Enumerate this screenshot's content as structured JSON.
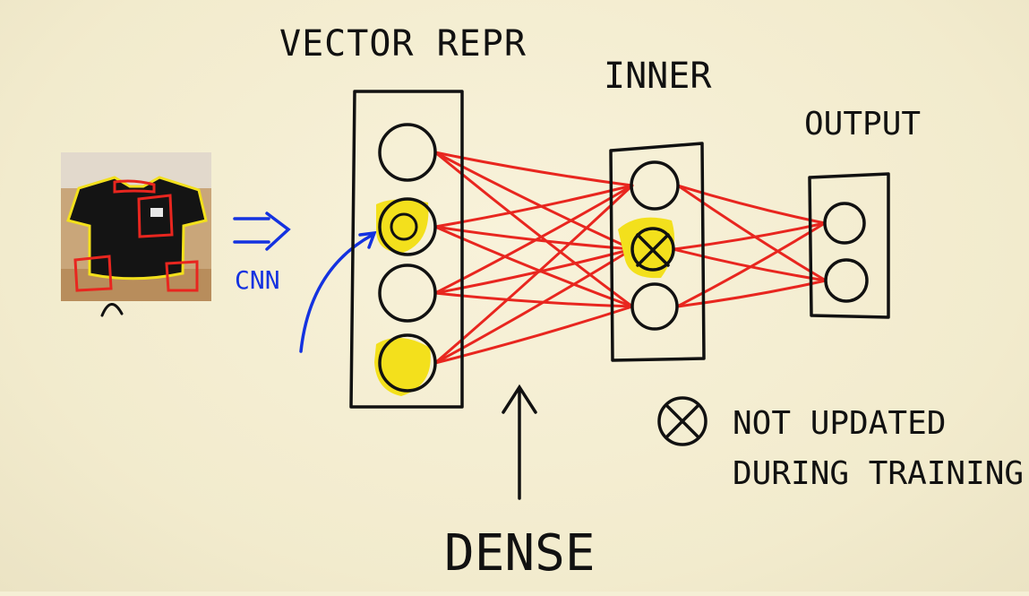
{
  "labels": {
    "vector": "VECTOR REPR",
    "inner": "INNER",
    "output": "OUTPUT",
    "cnn": "CNN",
    "dense": "DENSE",
    "legend_line1": "NOT UPDATED",
    "legend_line2": "DURING TRAINING"
  },
  "icons": {
    "input_image": "tshirt-photo",
    "dropout_marker": "circled-x-icon"
  },
  "colors": {
    "background": "#f5efd5",
    "ink": "#111111",
    "connection": "#e8261f",
    "highlight": "#f3e01c",
    "annotation": "#1432e0"
  }
}
